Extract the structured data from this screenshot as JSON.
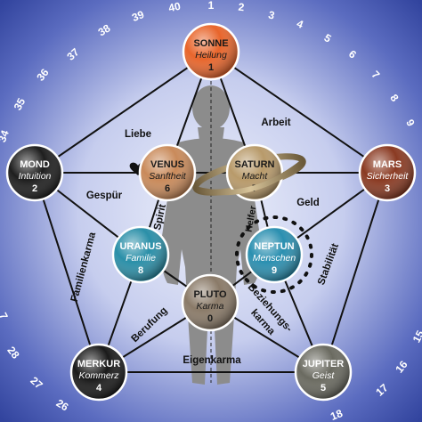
{
  "ring_numbers": [
    "1",
    "2",
    "3",
    "4",
    "5",
    "6",
    "7",
    "8",
    "9",
    "34",
    "35",
    "36",
    "37",
    "38",
    "39",
    "40",
    "15",
    "16",
    "17",
    "18",
    "7",
    "28",
    "27",
    "26"
  ],
  "planets": [
    {
      "name": "SONNE",
      "word": "Heilung",
      "number": "1",
      "fill": "#e8652b",
      "text": "#1a1a1a",
      "wordColor": "#1a1a1a"
    },
    {
      "name": "MOND",
      "word": "Intuition",
      "number": "2",
      "fill": "#1e1e1e",
      "text": "#ffffff",
      "wordColor": "#ffffff"
    },
    {
      "name": "VENUS",
      "word": "Sanftheit",
      "number": "6",
      "fill": "#c98a5a",
      "text": "#1a1a1a",
      "wordColor": "#1a1a1a"
    },
    {
      "name": "SATURN",
      "word": "Macht",
      "number": "7",
      "fill": "#b89a6a",
      "text": "#1a1a1a",
      "wordColor": "#1a1a1a"
    },
    {
      "name": "MARS",
      "word": "Sicherheit",
      "number": "3",
      "fill": "#8a3a22",
      "text": "#ffffff",
      "wordColor": "#ffffff"
    },
    {
      "name": "URANUS",
      "word": "Familie",
      "number": "8",
      "fill": "#2a8fa8",
      "text": "#ffffff",
      "wordColor": "#ffffff"
    },
    {
      "name": "NEPTUN",
      "word": "Menschen",
      "number": "9",
      "fill": "#2a8fb0",
      "text": "#ffffff",
      "wordColor": "#ffffff"
    },
    {
      "name": "PLUTO",
      "word": "Karma",
      "number": "0",
      "fill": "#8a7a68",
      "text": "#1a1a1a",
      "wordColor": "#1a1a1a"
    },
    {
      "name": "MERKUR",
      "word": "Kommerz",
      "number": "4",
      "fill": "#1a1a1a",
      "text": "#ffffff",
      "wordColor": "#ffffff"
    },
    {
      "name": "JUPITER",
      "word": "Geist",
      "number": "5",
      "fill": "#6a6a60",
      "text": "#ffffff",
      "wordColor": "#ffffff"
    }
  ],
  "edge_labels": [
    "Arbeit",
    "Liebe",
    "Gespür",
    "Spirit",
    "Geld",
    "Helfer",
    "Stabilität",
    "Familienkarma",
    "Berufung",
    "Beziehungs-",
    "karma",
    "Eigenkarma"
  ],
  "colors": {
    "background_inner": "#e8ecf8",
    "background_outer": "#3a4ea8",
    "silhouette": "#8a8a8a",
    "lines": "#1a1a1a"
  }
}
